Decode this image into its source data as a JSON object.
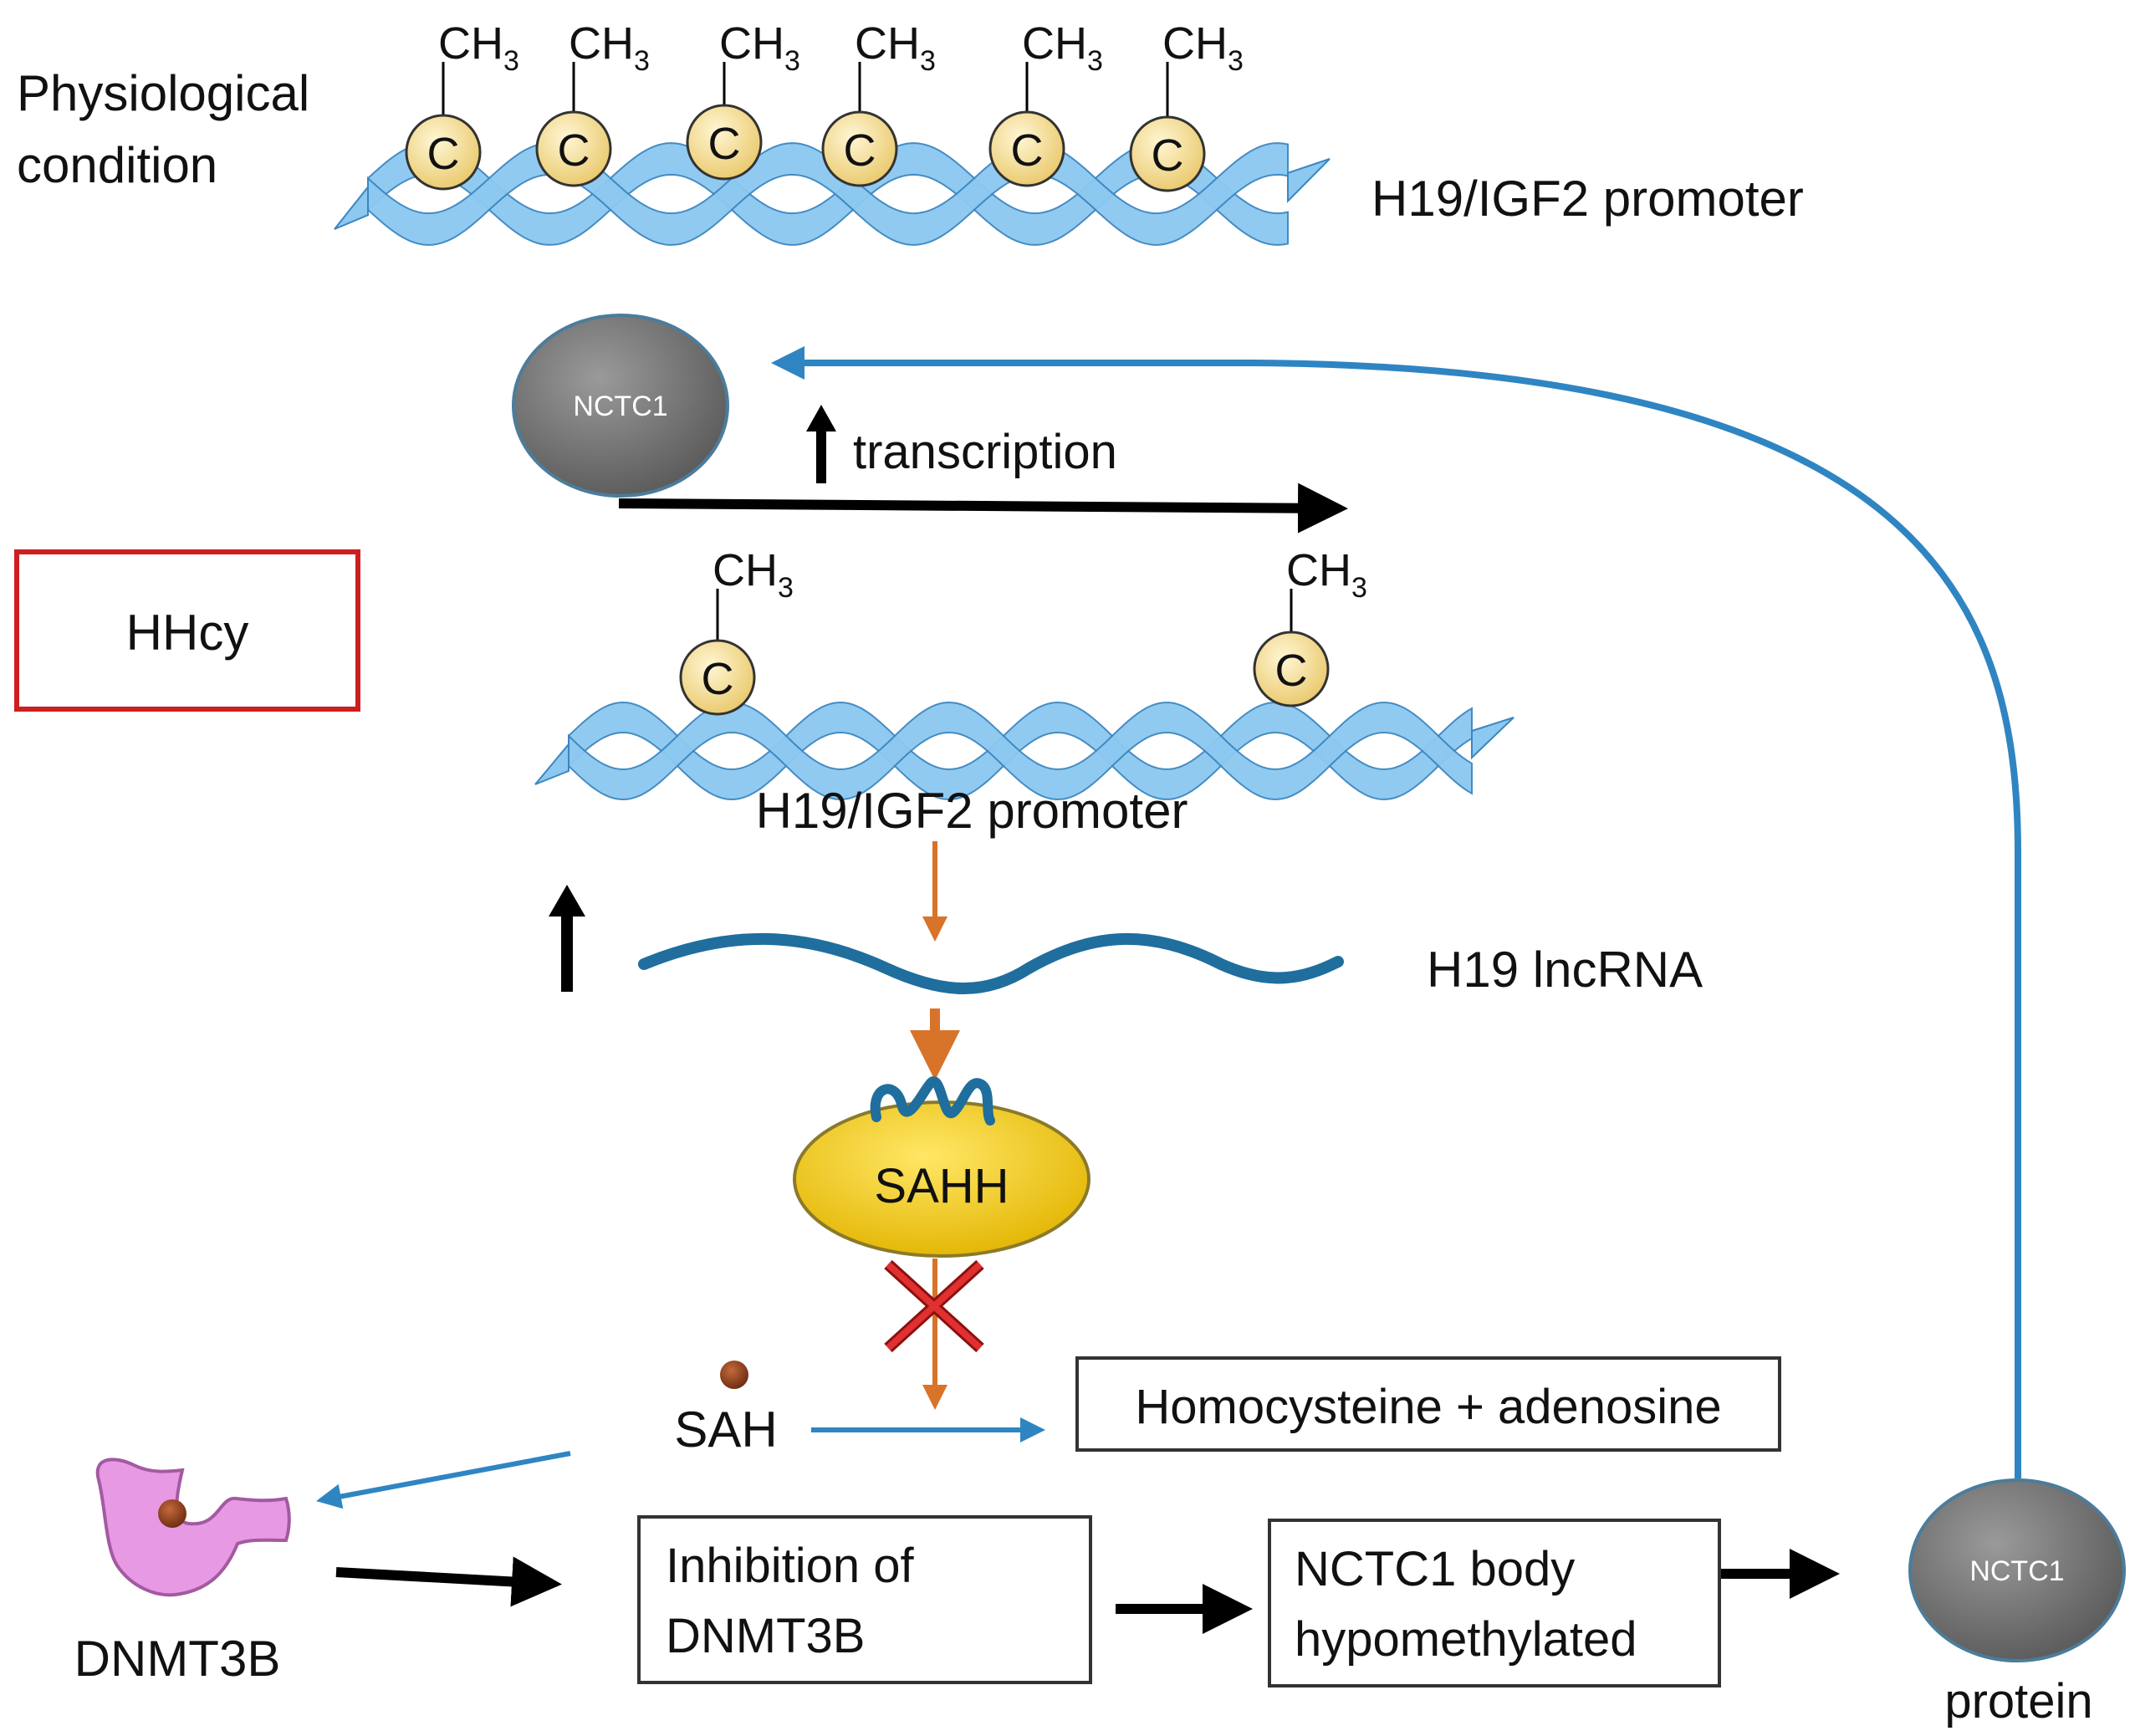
{
  "labels": {
    "physiological_line1": "Physiological",
    "physiological_line2": "condition",
    "promoter_top": "H19/IGF2 promoter",
    "promoter_mid": "H19/IGF2 promoter",
    "hhcy": "HHcy",
    "transcription": "transcription",
    "nctc1_top": "NCTC1",
    "nctc1_bottom": "NCTC1",
    "protein": "protein",
    "h19_lncrna": "H19 lncRNA",
    "sahh": "SAHH",
    "sah": "SAH",
    "homocysteine_box": "Homocysteine + adenosine",
    "dnmt3b": "DNMT3B",
    "inhibition_line1": "Inhibition of",
    "inhibition_line2": "DNMT3B",
    "hypometh_line1": "NCTC1 body",
    "hypometh_line2": "hypomethylated",
    "methyl_c": "C",
    "methyl_ch": "CH",
    "methyl_sub": "3"
  },
  "colors": {
    "dna_blue": "#8cc8f0",
    "dna_edge": "#3a86c0",
    "methyl_fill": "#f7dc8c",
    "nctc1_gray": "#6f6f6f",
    "sahh_yellow": "#f2cc12",
    "rna_blue": "#1f6e9e",
    "feedback_blue": "#2f85c2",
    "orange_arrow": "#d8732a",
    "red_box": "#cc1f1f",
    "dnmt3b_pink": "#e899e4"
  }
}
